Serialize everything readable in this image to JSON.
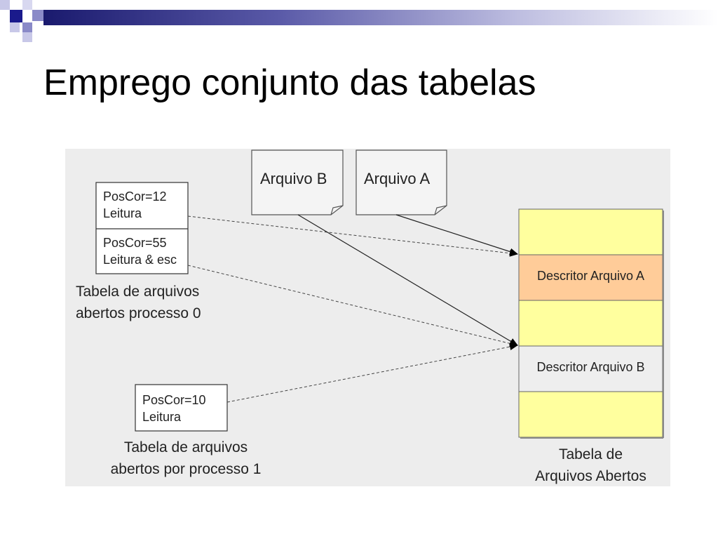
{
  "slide": {
    "title": "Emprego conjunto das tabelas"
  },
  "files": {
    "file_b": "Arquivo B",
    "file_a": "Arquivo A"
  },
  "process0": {
    "entries": [
      {
        "line1": "PosCor=12",
        "line2": "Leitura"
      },
      {
        "line1": "PosCor=55",
        "line2": "Leitura & esc"
      }
    ],
    "caption_line1": "Tabela de arquivos",
    "caption_line2": "abertos processo 0"
  },
  "process1": {
    "entries": [
      {
        "line1": "PosCor=10",
        "line2": "Leitura"
      }
    ],
    "caption_line1": "Tabela de arquivos",
    "caption_line2": "abertos por processo 1"
  },
  "open_files_table": {
    "slots": [
      "",
      "Descritor Arquivo A",
      "",
      "Descritor Arquivo B",
      ""
    ],
    "caption_line1": "Tabela de",
    "caption_line2": "Arquivos Abertos"
  },
  "colors": {
    "panel": "#ededed",
    "slot_empty": "#ffff9e",
    "descriptor_a": "#ffcc99",
    "descriptor_b": "#eeeeee",
    "title_bar_dark": "#1a1a6e",
    "deco_blue": "#1a1a8c",
    "deco_light": "#9a9ad0"
  }
}
